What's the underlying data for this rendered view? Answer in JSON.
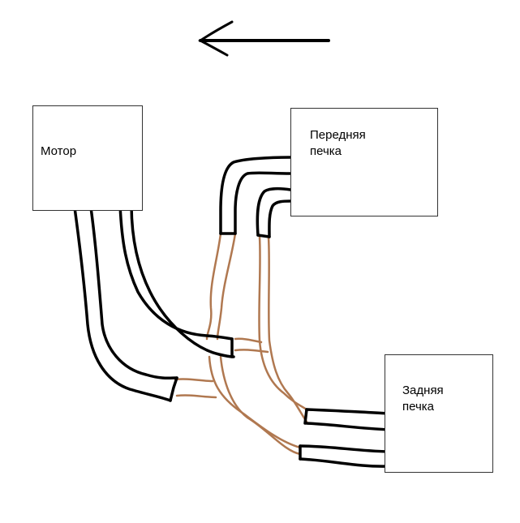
{
  "diagram": {
    "motor": {
      "label": "Мотор"
    },
    "front_heater": {
      "label": "Передняя\nпечка"
    },
    "rear_heater": {
      "label": "Задняя\nпечка"
    },
    "arrow_direction": "left",
    "colors": {
      "hose_black": "#000000",
      "pipe_brown": "#b07850",
      "box_border": "#333333"
    }
  }
}
